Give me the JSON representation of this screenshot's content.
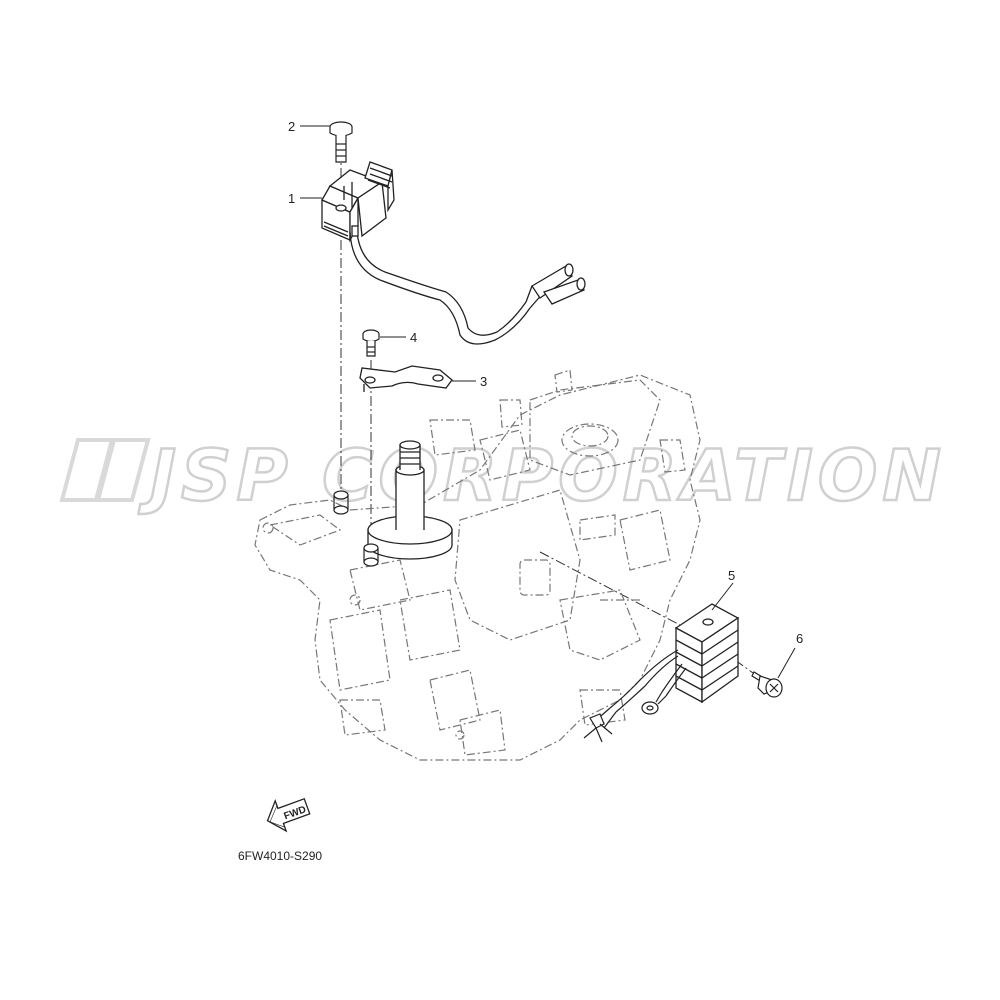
{
  "watermark": {
    "text": "JSP CORPORATION",
    "color": "#d9d9d9"
  },
  "callouts": [
    {
      "number": "1",
      "part": "ignition-coil"
    },
    {
      "number": "2",
      "part": "bolt"
    },
    {
      "number": "3",
      "part": "clamp"
    },
    {
      "number": "4",
      "part": "bolt"
    },
    {
      "number": "5",
      "part": "rectifier-regulator"
    },
    {
      "number": "6",
      "part": "screw"
    }
  ],
  "direction_arrow": {
    "label": "FWD"
  },
  "diagram_code": "6FW4010-S290",
  "colors": {
    "line": "#222222",
    "ghost": "#777777",
    "background": "#ffffff"
  }
}
